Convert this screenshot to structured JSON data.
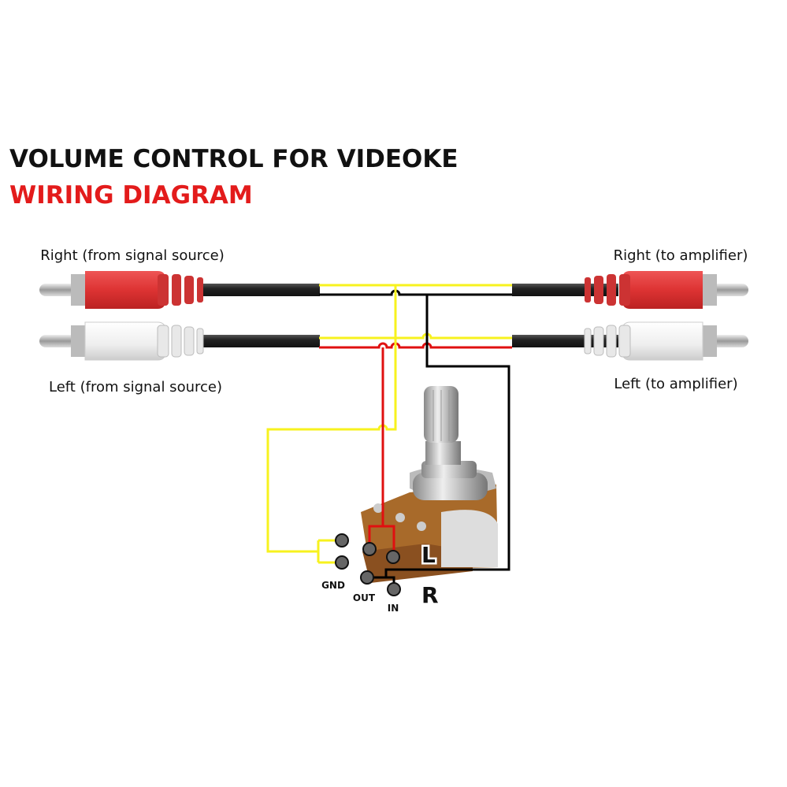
{
  "title": "VOLUME CONTROL FOR VIDEOKE",
  "subtitle": "WIRING DIAGRAM",
  "labels": {
    "right_source": "Right (from signal source)",
    "left_source": "Left (from signal source)",
    "right_amp": "Right (to amplifier)",
    "left_amp": "Left (to amplifier)",
    "gnd": "GND",
    "out": "OUT",
    "in": "IN",
    "channel_l": "L",
    "channel_r": "R"
  },
  "colors": {
    "title": "#111111",
    "subtitle": "#e31b1b",
    "wire_yellow": "#f7f21e",
    "wire_red": "#e01010",
    "wire_black": "#000000",
    "plug_red": "#d93a3a",
    "plug_white": "#eeeeee",
    "cable": "#2a2a2a"
  }
}
